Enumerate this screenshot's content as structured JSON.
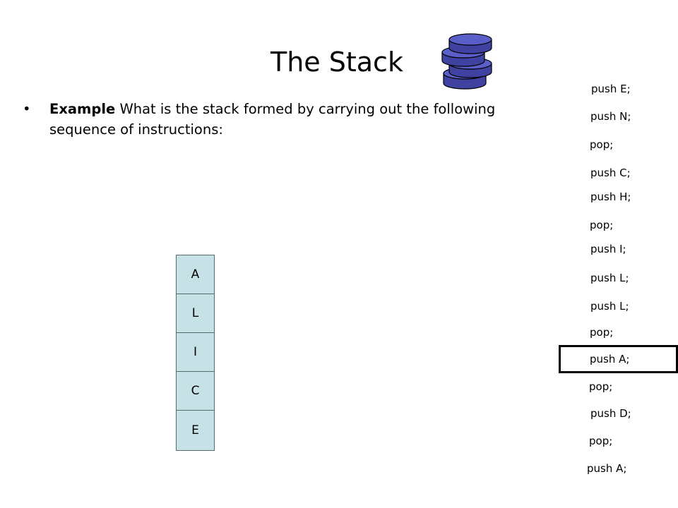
{
  "slide": {
    "title": "The Stack",
    "bullet_symbol": "•",
    "bullet_bold": "Example",
    "bullet_text": " What is the stack formed by carrying out the following sequence of instructions:"
  },
  "stack_cells": [
    "A",
    "L",
    "I",
    "C",
    "E"
  ],
  "instructions": [
    "push E;",
    "push N;",
    "pop;",
    "push C;",
    "push H;",
    "pop;",
    "push I;",
    "push L;",
    "push L;",
    "pop;",
    "push A;",
    "pop;",
    "push D;",
    "pop;",
    "push A;"
  ],
  "highlighted_instruction_index": 10,
  "colors": {
    "stack_fill": "#c6e2e6",
    "disc_fill": "#4a4db0",
    "disc_top": "#5a5ec8"
  }
}
